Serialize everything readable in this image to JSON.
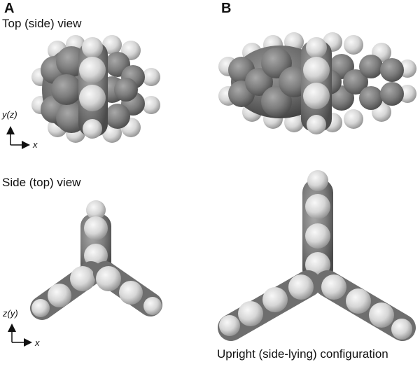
{
  "figure": {
    "panels": [
      {
        "letter": "A",
        "top_caption": "Top (side) view",
        "bottom_caption": "Side (top) view",
        "top_axes": {
          "vertical": "y(z)",
          "horizontal": "x"
        },
        "bottom_axes": {
          "vertical": "z(y)",
          "horizontal": "x"
        }
      },
      {
        "letter": "B",
        "bottom_caption": "Upright (side-lying) configuration"
      }
    ],
    "colors": {
      "background": "#ffffff",
      "carbon": "#7a7a7a",
      "hydrogen": "#dcdcdc",
      "text": "#111111"
    }
  }
}
